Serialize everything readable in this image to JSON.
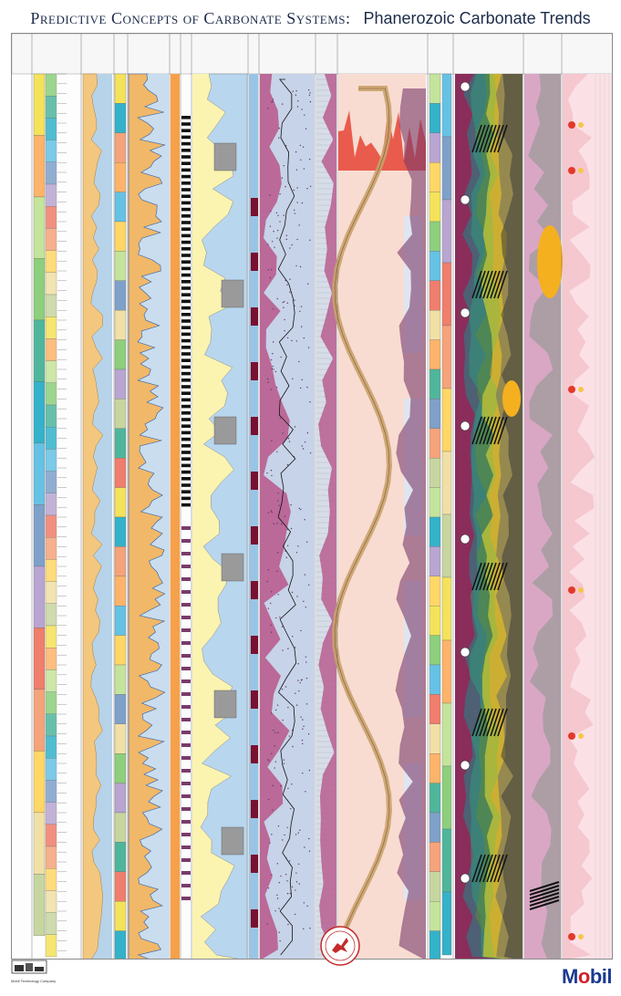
{
  "title": {
    "main": "Predictive Concepts of Carbonate Systems:",
    "sub": "Phanerozoic Carbonate Trends"
  },
  "logo": {
    "text_m": "M",
    "text_o": "o",
    "text_rest": "bil"
  },
  "credit": {
    "line1": "Mobil Technology Company"
  },
  "colors": {
    "frame": "#8a8a8a",
    "title": "#1c2b4a",
    "mobil_blue": "#1a3a8f",
    "mobil_red": "#d3202a",
    "period_colors": [
      "#f4e35a",
      "#fdb46a",
      "#c5e49b",
      "#8dcf7c",
      "#4fb69c",
      "#34b2c9",
      "#66c2e4",
      "#7fa1c9",
      "#b8a5d1",
      "#ef7e6c",
      "#f5a37a",
      "#ffd766",
      "#f1e0a5",
      "#c7d69f"
    ],
    "mauve": "#b7568a",
    "sand": "#f3c77e",
    "blue_band": "#b7d3e9",
    "gray": "#8e8e8e",
    "pink": "#f5c7cf"
  },
  "icons": {
    "seal": "pegasus-seal-icon",
    "logo": "mobil-logo",
    "extinction_markers": "skull-icon"
  }
}
